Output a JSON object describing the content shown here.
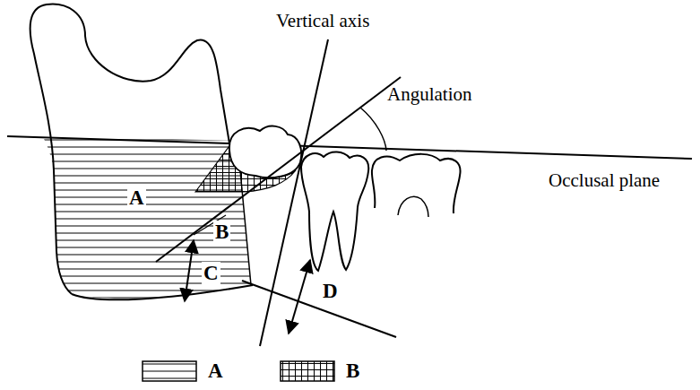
{
  "diagram": {
    "labels": [
      "Vertical axis",
      "Angulation",
      "Occlusal plane",
      "A",
      "B",
      "C",
      "D"
    ],
    "legend": [
      {
        "text": "A"
      },
      {
        "text": "B"
      }
    ]
  }
}
